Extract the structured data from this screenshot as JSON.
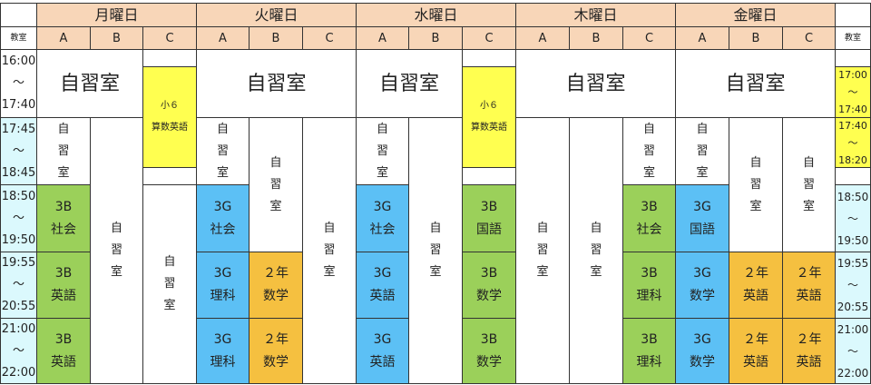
{
  "header": {
    "days": [
      "月曜日",
      "火曜日",
      "水曜日",
      "木曜日",
      "金曜日"
    ],
    "cols": [
      "A",
      "B",
      "C"
    ],
    "room_label": "教室"
  },
  "times": {
    "left": [
      "16:00\n～\n17:40",
      "17:45\n～\n18:45",
      "18:50\n～\n19:50",
      "19:55\n～\n20:55",
      "21:00\n～\n22:00"
    ],
    "right": [
      "17:00\n～\n17:40",
      "17:40\n～\n18:20",
      "18:50\n～\n19:50",
      "19:55\n～\n20:55",
      "21:00\n～\n22:00"
    ]
  },
  "labels": {
    "self_study": "自習室",
    "self_study_v": "自\n習\n室",
    "sho6": "小６\n算数英語"
  },
  "classes": {
    "mon_a": [
      "3B\n社会",
      "3B\n英語",
      "3B\n英語"
    ],
    "tue_a": [
      "3G\n社会",
      "3G\n理科",
      "3G\n理科"
    ],
    "tue_b": [
      "２年\n数学",
      "２年\n数学"
    ],
    "wed_a": [
      "3G\n社会",
      "3G\n英語",
      "3G\n英語"
    ],
    "wed_c": [
      "3B\n国語",
      "3B\n数学",
      "3B\n数学"
    ],
    "thu_c": [
      "3B\n社会",
      "3B\n理科",
      "3B\n理科"
    ],
    "fri_a": [
      "3G\n国語",
      "3G\n数学",
      "3G\n数学"
    ],
    "fri_b": [
      "２年\n英語",
      "２年\n英語"
    ],
    "fri_c": [
      "２年\n英語",
      "２年\n英語"
    ]
  },
  "colors": {
    "header": "#f8d6b8",
    "grade3b": "#9bd05a",
    "grade3g": "#5cc0f5",
    "grade2": "#f5c040",
    "sho6": "#ffff50",
    "time": "#dbf9fd"
  }
}
